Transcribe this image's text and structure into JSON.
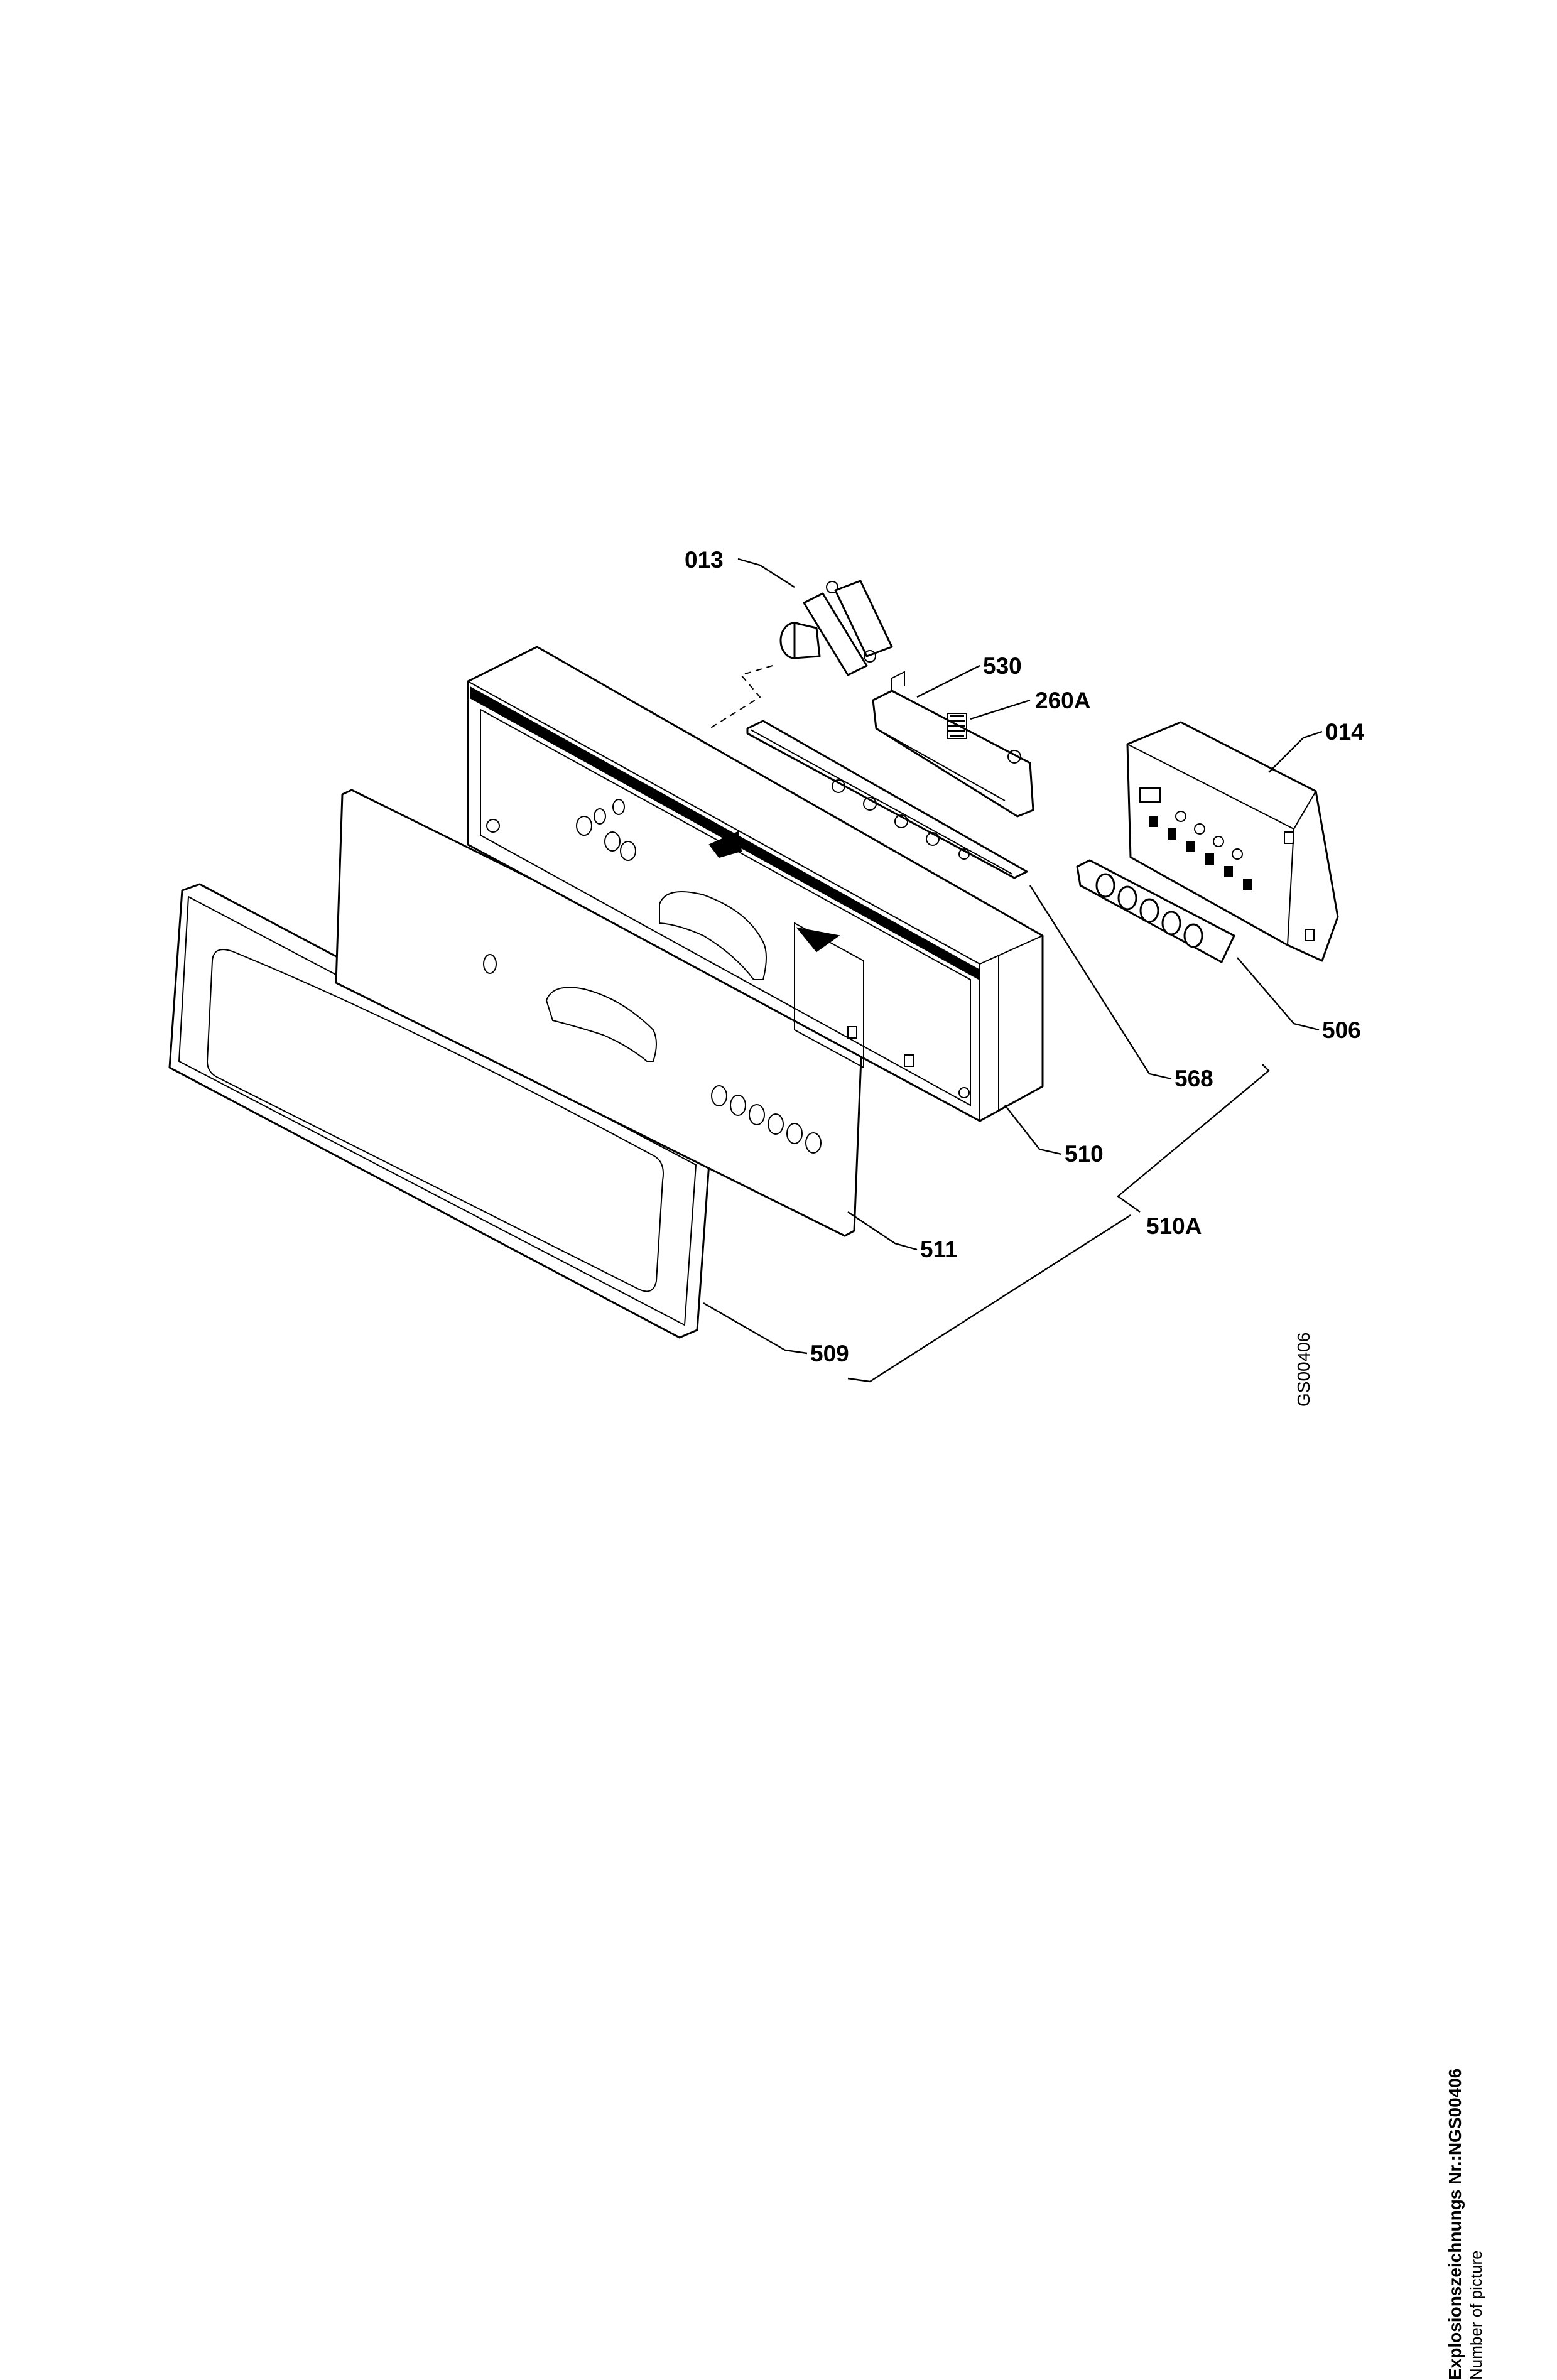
{
  "diagram": {
    "part_labels": {
      "p013": "013",
      "p530": "530",
      "p260A": "260A",
      "p014": "014",
      "p506": "506",
      "p568": "568",
      "p510": "510",
      "p510A": "510A",
      "p511": "511",
      "p509": "509"
    },
    "drawing_reference": "GS00406"
  },
  "footer": {
    "title": "Explosionszeichnungs Nr.:NGS00406",
    "subtitle": "Number of picture"
  }
}
